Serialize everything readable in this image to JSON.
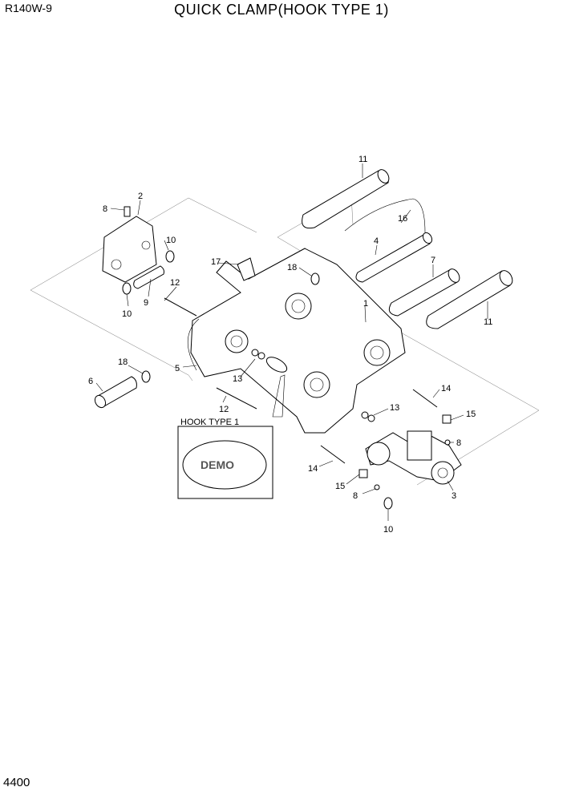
{
  "header": {
    "model": "R140W-9",
    "title": "QUICK CLAMP(HOOK TYPE 1)"
  },
  "footer": {
    "page_number": "4400"
  },
  "inset": {
    "label": "HOOK TYPE 1"
  },
  "callouts": {
    "c1": "1",
    "c2": "2",
    "c3": "3",
    "c4": "4",
    "c5": "5",
    "c6": "6",
    "c7": "7",
    "c8a": "8",
    "c8b": "8",
    "c8c": "8",
    "c9": "9",
    "c10a": "10",
    "c10b": "10",
    "c10c": "10",
    "c11a": "11",
    "c11b": "11",
    "c12a": "12",
    "c12b": "12",
    "c13a": "13",
    "c13b": "13",
    "c14a": "14",
    "c14b": "14",
    "c15a": "15",
    "c15b": "15",
    "c16": "16",
    "c17": "17",
    "c18a": "18",
    "c18b": "18"
  }
}
